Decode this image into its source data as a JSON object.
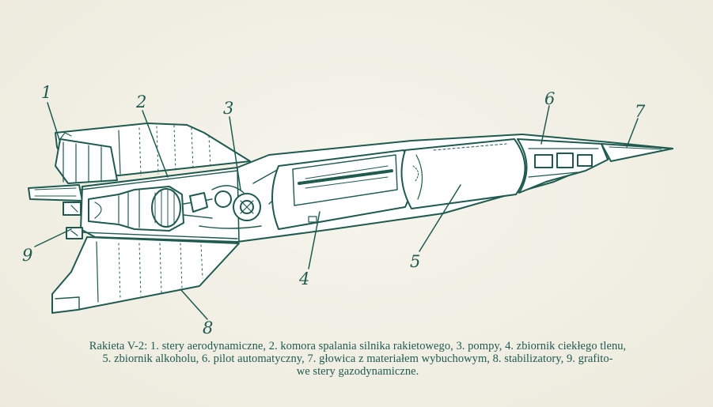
{
  "diagram": {
    "line_color": "#1f5a4f",
    "fill_color": "#ffffff",
    "labels": [
      "1",
      "2",
      "3",
      "4",
      "5",
      "6",
      "7",
      "8",
      "9"
    ]
  },
  "caption": {
    "line1": "Rakieta V-2: 1. stery aerodynamiczne, 2. komora spalania silnika rakietowego, 3. pompy, 4. zbiornik ciekłego tlenu,",
    "line2": "5. zbiornik alkoholu, 6. pilot automatyczny, 7. głowica z materiałem wybuchowym, 8. stabilizatory, 9. grafito-",
    "line3": "we stery gazodynamiczne."
  }
}
